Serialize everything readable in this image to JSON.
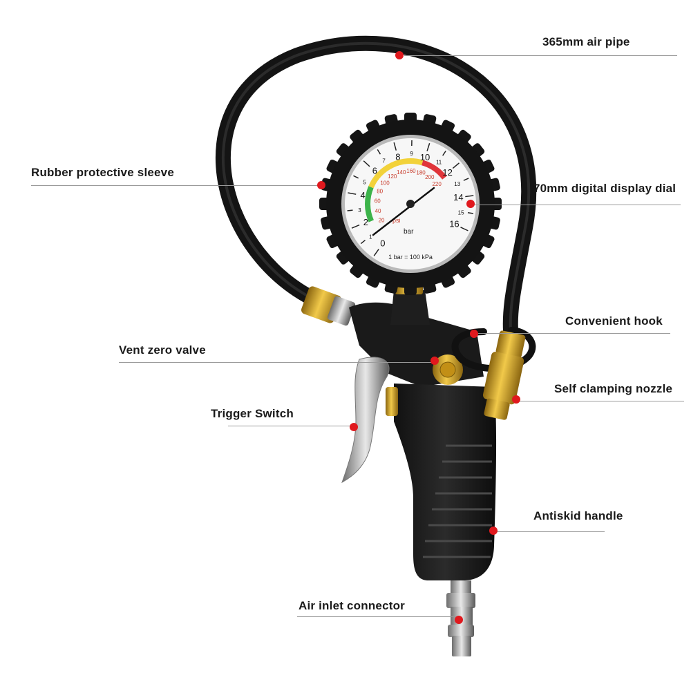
{
  "colors": {
    "marker": "#e0191e",
    "leader": "#9a9a9a",
    "label": "#1a1a1a",
    "gauge_green": "#3cb34a",
    "gauge_yellow": "#f2d23a",
    "gauge_red": "#e0353a",
    "brass": "#d4a017"
  },
  "callouts": [
    {
      "id": "air-pipe",
      "text": "365mm air pipe"
    },
    {
      "id": "rubber-sleeve",
      "text": "Rubber protective sleeve"
    },
    {
      "id": "digital-dial",
      "text": "70mm digital display dial"
    },
    {
      "id": "convenient-hook",
      "text": "Convenient hook"
    },
    {
      "id": "vent-valve",
      "text": "Vent zero valve"
    },
    {
      "id": "nozzle",
      "text": "Self clamping nozzle"
    },
    {
      "id": "trigger",
      "text": "Trigger Switch"
    },
    {
      "id": "handle",
      "text": "Antiskid handle"
    },
    {
      "id": "inlet",
      "text": "Air inlet connector"
    }
  ],
  "gauge": {
    "bar_ticks": [
      "0",
      "1",
      "2",
      "3",
      "4",
      "5",
      "6",
      "7",
      "8",
      "9",
      "10",
      "11",
      "12",
      "13",
      "14",
      "15",
      "16"
    ],
    "bar_major": [
      "0",
      "2",
      "4",
      "6",
      "8",
      "10",
      "12",
      "14",
      "16"
    ],
    "psi_ticks": [
      "20",
      "40",
      "60",
      "80",
      "100",
      "120",
      "140",
      "160",
      "180",
      "200",
      "220"
    ],
    "unit_bar": "bar",
    "unit_psi": "psi",
    "footer": "1 bar = 100 kPa"
  }
}
